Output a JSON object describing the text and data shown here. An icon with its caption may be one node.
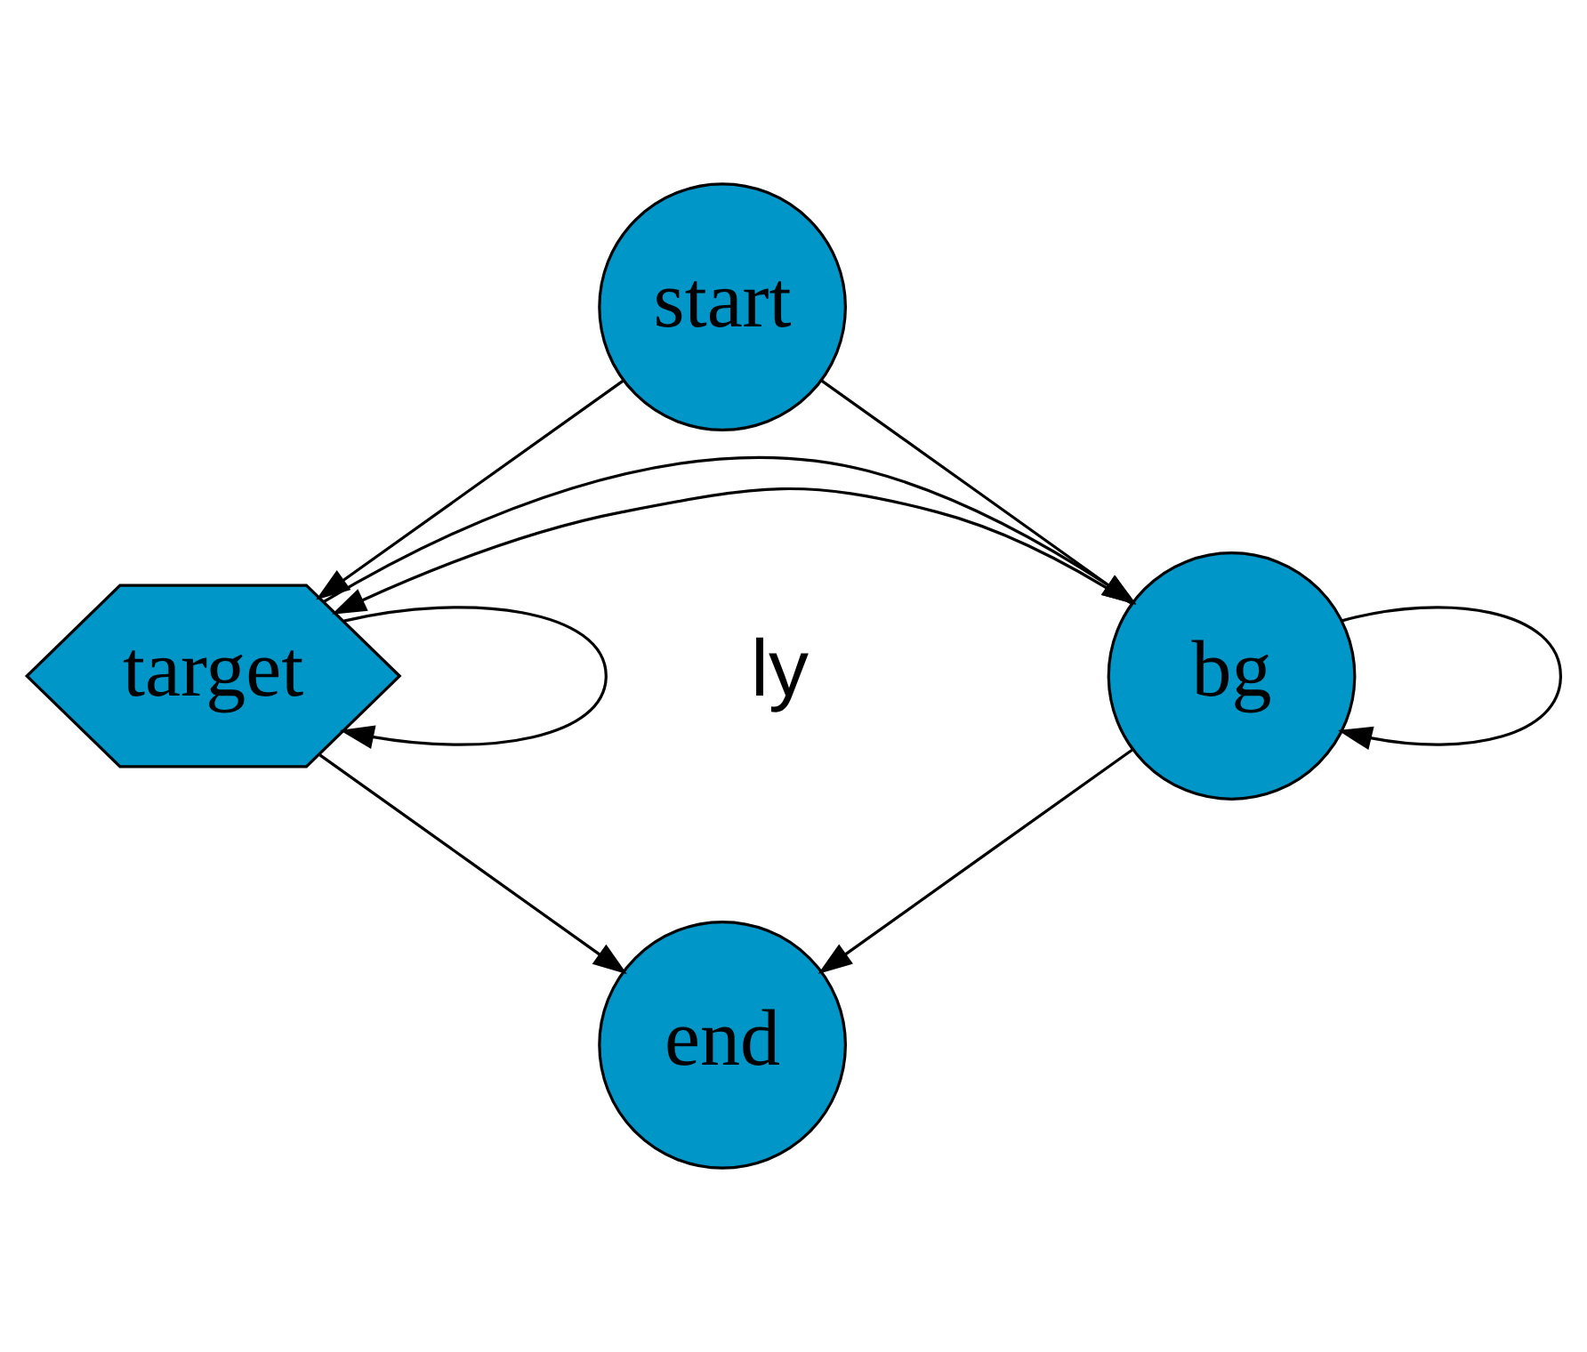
{
  "diagram": {
    "nodes": [
      {
        "text": [
          "start"
        ]
      },
      {
        "text": [
          "bg"
        ]
      },
      {
        "text": [
          "target"
        ]
      },
      {
        "text": [
          "end"
        ]
      }
    ],
    "edges": [
      {
        "from": 0,
        "to": 1,
        "arrow": "to"
      },
      {
        "from": 0,
        "to": 2,
        "arrow": "to"
      },
      {
        "from": 1,
        "to": 1,
        "arrow": "to"
      },
      {
        "from": 1,
        "to": 2,
        "arrow": "to"
      },
      {
        "from": 2,
        "to": 1,
        "arrow": "to"
      },
      {
        "from": 2,
        "to": 2,
        "arrow": "to"
      },
      {
        "from": 1,
        "to": 3,
        "arrow": "to"
      },
      {
        "from": 2,
        "to": 3,
        "arrow": "to"
      }
    ],
    "labels": [
      "ly"
    ]
  }
}
